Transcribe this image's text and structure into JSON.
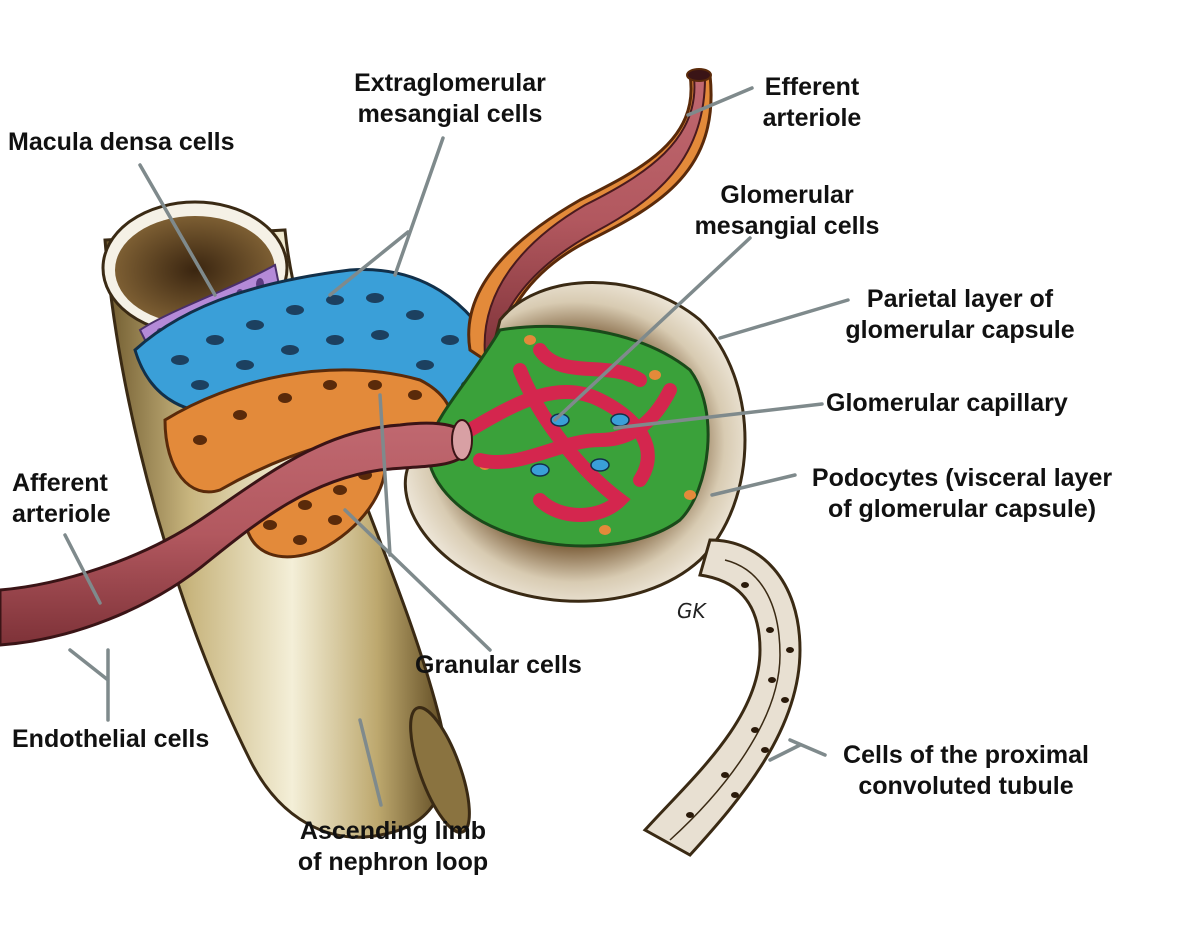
{
  "labels": {
    "macula_densa": "Macula densa cells",
    "extraglomerular": [
      "Extraglomerular",
      "mesangial cells"
    ],
    "efferent": [
      "Efferent",
      "arteriole"
    ],
    "glomerular_mesangial": [
      "Glomerular",
      "mesangial cells"
    ],
    "parietal": [
      "Parietal layer of",
      "glomerular capsule"
    ],
    "capillary": "Glomerular capillary",
    "podocytes": [
      "Podocytes (visceral layer",
      "of glomerular capsule)"
    ],
    "afferent": [
      "Afferent",
      "arteriole"
    ],
    "granular": "Granular cells",
    "endothelial": "Endothelial cells",
    "ascending": [
      "Ascending limb",
      "of nephron loop"
    ],
    "proximal": [
      "Cells of the proximal",
      "convoluted tubule"
    ]
  },
  "signature": "GK",
  "colors": {
    "tubule": "#c9bb84",
    "arteriole": "#b2585f",
    "extraglomerular": "#3a9fd8",
    "granular": "#e38a3a",
    "macula": "#b48ad8",
    "podocyte": "#3aa13a",
    "capillary": "#d4264e",
    "capsule": "#e8e0d2",
    "leader": "#7f8a8c"
  }
}
